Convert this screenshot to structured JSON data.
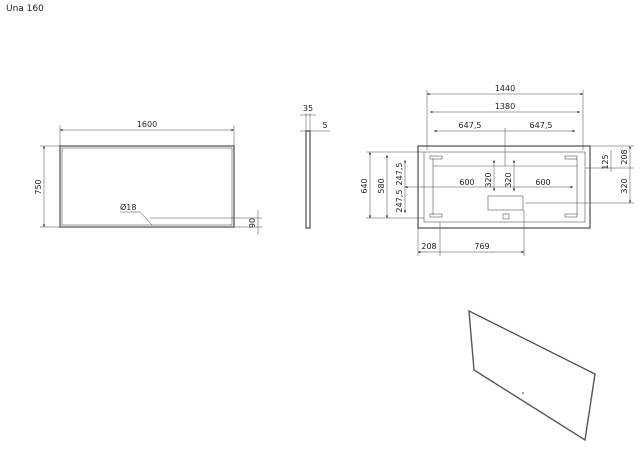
{
  "title": "Una 160",
  "front_view": {
    "width": "1600",
    "height": "750",
    "sensor_diameter": "Ø18",
    "sensor_offset": "90"
  },
  "side_view": {
    "depth": "35",
    "glass": "5"
  },
  "back_view": {
    "width_outer": "1440",
    "width_inner": "1380",
    "half_left": "647,5",
    "half_right": "647,5",
    "height_outer": "640",
    "height_inner": "580",
    "quarter_top": "247,5",
    "quarter_bottom": "247,5",
    "span_left": "600",
    "span_right": "600",
    "vert_left": "320",
    "vert_right": "320",
    "right_top": "208",
    "right_small": "125",
    "right_bottom": "320",
    "bottom_left": "208",
    "bottom_mid": "769"
  }
}
